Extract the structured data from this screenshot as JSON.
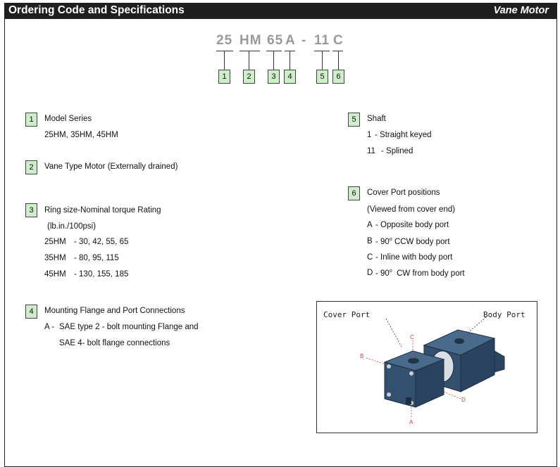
{
  "header": {
    "title": "Ordering Code and Specifications",
    "category": "Vane Motor"
  },
  "ordering_code": {
    "segments": [
      "25",
      "HM",
      "65",
      "A",
      "-",
      "11",
      "C"
    ],
    "box_numbers": [
      "1",
      "2",
      "3",
      "4",
      "5",
      "6"
    ]
  },
  "sections": {
    "model_series": {
      "number": "1",
      "title": "Model Series",
      "lines": [
        "25HM, 35HM, 45HM"
      ]
    },
    "vane_type": {
      "number": "2",
      "title": "Vane Type Motor (Externally drained)"
    },
    "ring_size": {
      "number": "3",
      "title": "Ring size-Nominal torque Rating",
      "unit": "(lb.in./100psi)",
      "rows": [
        {
          "model": "25HM",
          "values": "- 30, 42, 55, 65"
        },
        {
          "model": "35HM",
          "values": "- 80, 95, 115"
        },
        {
          "model": "45HM",
          "values": "- 130, 155, 185"
        }
      ]
    },
    "mounting": {
      "number": "4",
      "title": "Mounting Flange and Port Connections",
      "line1_code": "A -",
      "line1_text": "SAE type 2 - bolt mounting Flange and",
      "line2_text": "SAE 4- bolt flange connections"
    },
    "shaft": {
      "number": "5",
      "title": "Shaft",
      "options": [
        {
          "code": "1",
          "text": "- Straight keyed"
        },
        {
          "code": "11",
          "text": "- Splined"
        }
      ]
    },
    "cover_port": {
      "number": "6",
      "title": "Cover Port positions",
      "subtitle": "(Viewed from cover end)",
      "options": [
        {
          "code": "A",
          "pre": "- Opposite body port",
          "deg": "",
          "post": ""
        },
        {
          "code": "B",
          "pre": "- 90",
          "deg": "o",
          "post": "CCW body port"
        },
        {
          "code": "C",
          "pre": "- Inline with body port",
          "deg": "",
          "post": ""
        },
        {
          "code": "D",
          "pre": "- 90",
          "deg": "o",
          "post": "CW from body port"
        }
      ]
    }
  },
  "figure": {
    "cover_port_label": "Cover Port",
    "body_port_label": "Body Port",
    "markers": [
      "A",
      "B",
      "C",
      "D"
    ],
    "marker_color": "#d23b3b",
    "motor_color": "#34506f"
  }
}
